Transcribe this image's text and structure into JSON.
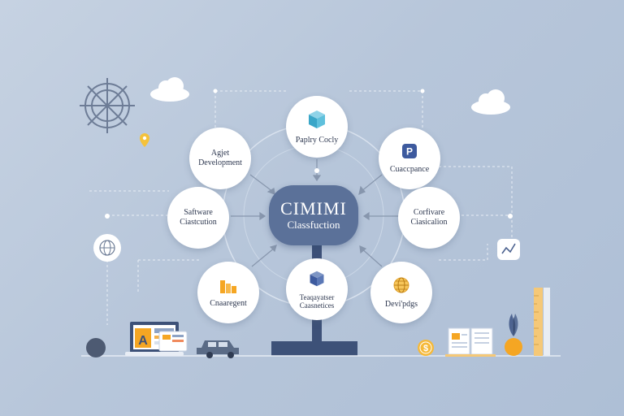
{
  "center": {
    "title": "CIMIMI",
    "subtitle": "Classfuction"
  },
  "nodes": {
    "top": {
      "lines": [
        "Paplry Cocly"
      ],
      "icon": "cube-icon"
    },
    "top_left": {
      "lines": [
        "Agjet",
        "Development"
      ]
    },
    "top_right": {
      "lines": [
        "Cuaccpance"
      ],
      "icon": "p-badge-icon"
    },
    "left": {
      "lines": [
        "Saftware",
        "Ciastcution"
      ]
    },
    "right": {
      "lines": [
        "Corfivare",
        "Ciasicalion"
      ]
    },
    "bottom_left": {
      "lines": [
        "Cnaaregent"
      ],
      "icon": "bar-chart-icon"
    },
    "bottom": {
      "lines": [
        "Teaqayatser",
        "Caasnetices"
      ],
      "icon": "cube-icon"
    },
    "bottom_right": {
      "lines": [
        "Devi'pdgs"
      ],
      "icon": "globe-icon"
    }
  },
  "decor": {
    "left_laptop_letter": "A",
    "coin_symbol": "$",
    "colors": {
      "center": "#5b7199",
      "accent_orange": "#f5a623",
      "line": "#ffffff"
    }
  }
}
